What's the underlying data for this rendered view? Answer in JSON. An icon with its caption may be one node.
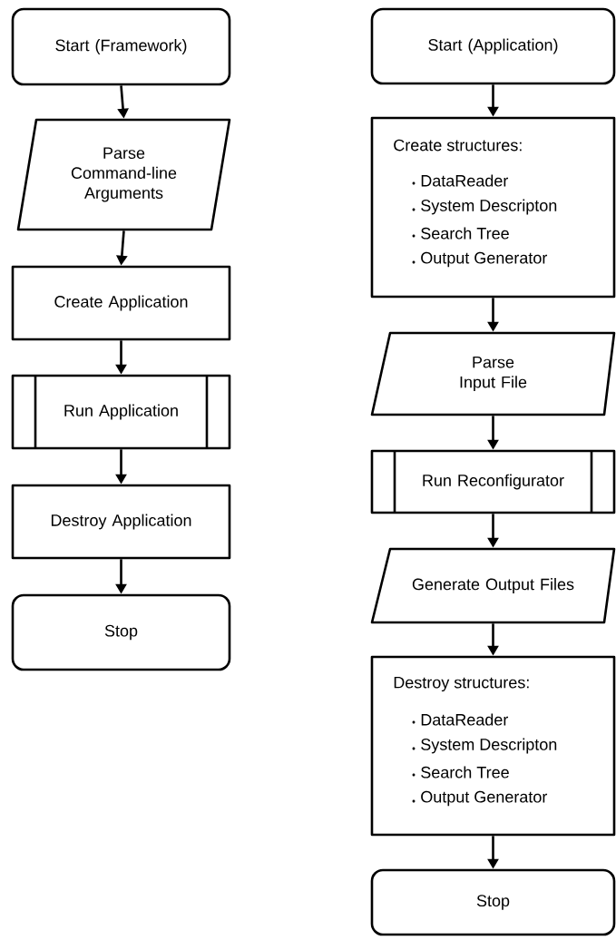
{
  "diagram": {
    "nodes": [
      {
        "text": [
          "Start (Framework)"
        ]
      },
      {
        "text": [
          "Parse Command-line Arguments"
        ]
      },
      {
        "text": [
          "Create Application"
        ]
      },
      {
        "text": [
          "Run Application"
        ]
      },
      {
        "text": [
          "Destroy Application"
        ]
      },
      {
        "text": [
          "Stop"
        ]
      },
      {
        "text": [
          "Start (Application)"
        ]
      },
      {
        "text": [
          "Create structures:",
          "DataReader",
          "System Descripton",
          "Search Tree",
          "Output Generator"
        ]
      },
      {
        "text": [
          "Parse Input File"
        ]
      },
      {
        "text": [
          "Run Reconfigurator"
        ]
      },
      {
        "text": [
          "Generate Output Files"
        ]
      },
      {
        "text": [
          "Destroy structures:",
          "DataReader",
          "System Descripton",
          "Search Tree",
          "Output Generator"
        ]
      },
      {
        "text": [
          "Stop"
        ]
      }
    ],
    "edges": [
      {
        "from": 0,
        "to": 1,
        "arrow": "to"
      },
      {
        "from": 1,
        "to": 2,
        "arrow": "to"
      },
      {
        "from": 2,
        "to": 3,
        "arrow": "to"
      },
      {
        "from": 3,
        "to": 4,
        "arrow": "to"
      },
      {
        "from": 4,
        "to": 5,
        "arrow": "to"
      },
      {
        "from": 6,
        "to": 7,
        "arrow": "to"
      },
      {
        "from": 7,
        "to": 8,
        "arrow": "to"
      },
      {
        "from": 8,
        "to": 9,
        "arrow": "to"
      },
      {
        "from": 9,
        "to": 10,
        "arrow": "to"
      },
      {
        "from": 10,
        "to": 11,
        "arrow": "to"
      },
      {
        "from": 11,
        "to": 12,
        "arrow": "to"
      }
    ]
  }
}
